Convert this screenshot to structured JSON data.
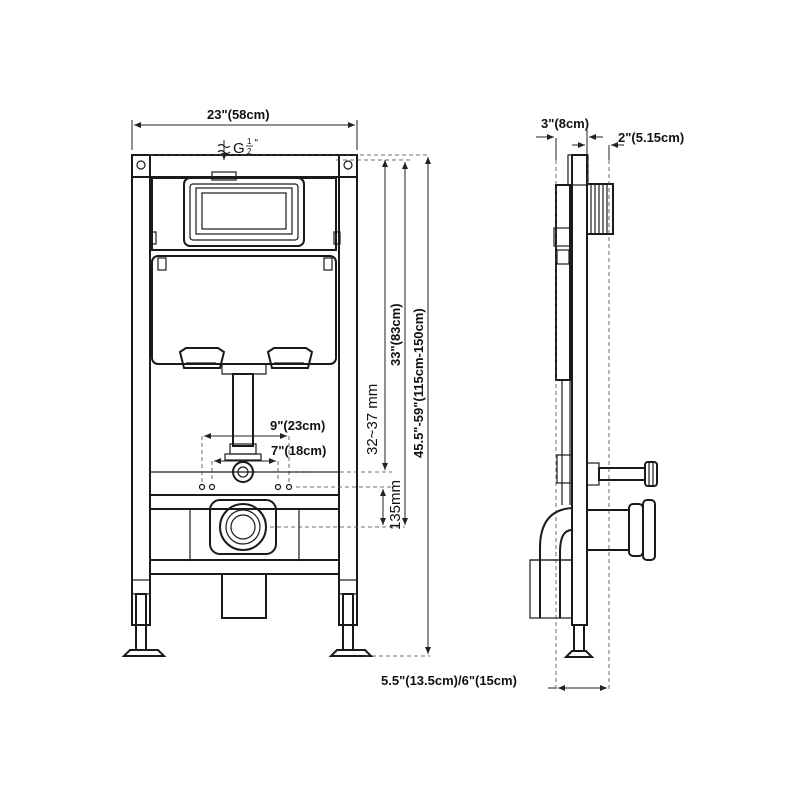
{
  "labels": {
    "width_total": "23\"(58cm)",
    "inlet_letter": "G",
    "inlet_num": "1",
    "inlet_den": "2",
    "inlet_mark": "″",
    "height_tank": "33\"(83cm)",
    "height_total": "45.5\"-59\"(115cm-150cm)",
    "flush_range": "32~37 mm",
    "spacing_outer": "9\"(23cm)",
    "spacing_inner": "7\"(18cm)",
    "drop_135": "135mm",
    "depth_frame": "3\"(8cm)",
    "depth_plate": "2\"(5.15cm)",
    "depth_bottom": "5.5\"(13.5cm)/6\"(15cm)"
  }
}
